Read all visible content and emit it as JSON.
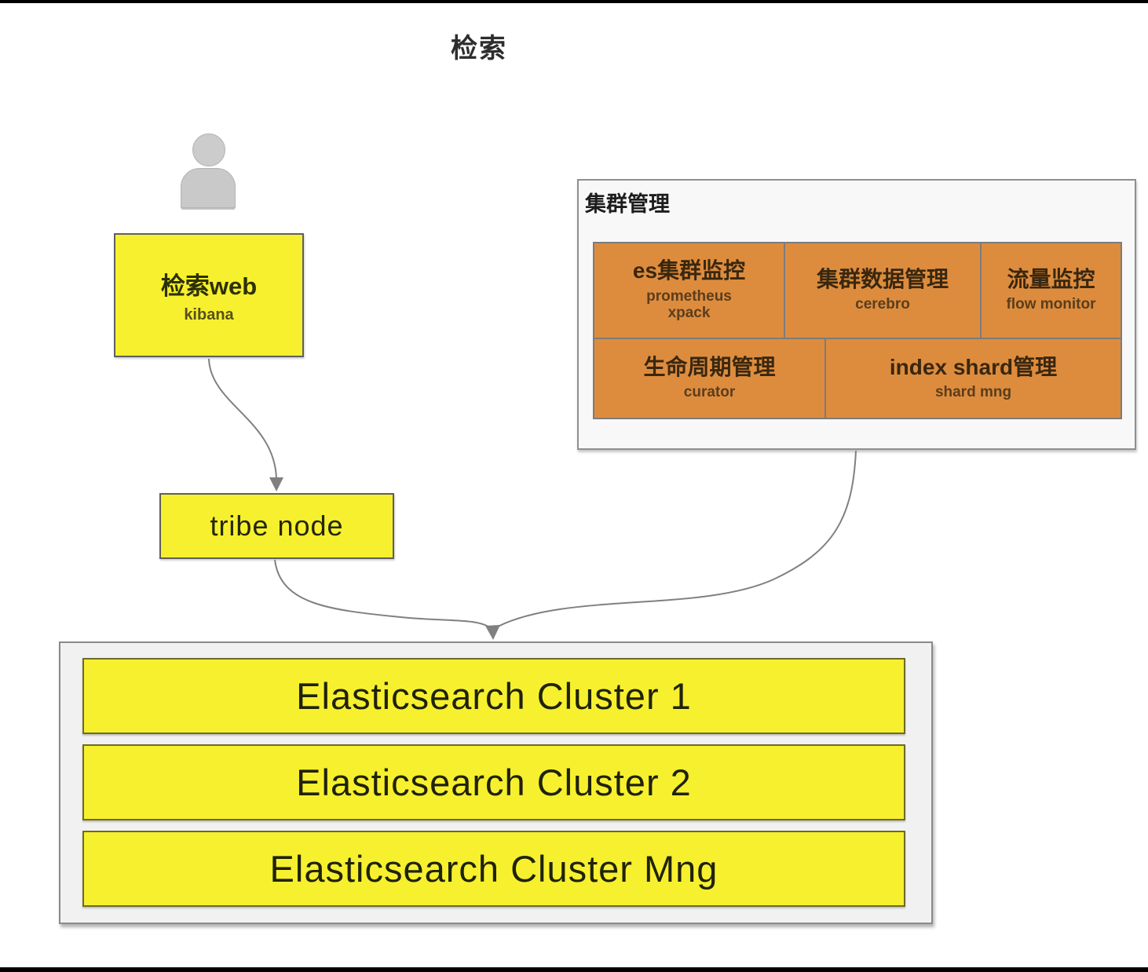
{
  "title": "检索",
  "nodes": {
    "user": {
      "icon": "person-icon"
    },
    "search_web": {
      "title": "检索web",
      "subtitle": "kibana"
    },
    "tribe_node": {
      "label": "tribe node"
    },
    "cluster_mgmt": {
      "label": "集群管理",
      "cells_row1": [
        {
          "title": "es集群监控",
          "subtitle": "prometheus\nxpack"
        },
        {
          "title": "集群数据管理",
          "subtitle": "cerebro"
        },
        {
          "title": "流量监控",
          "subtitle": "flow monitor"
        }
      ],
      "cells_row2": [
        {
          "title": "生命周期管理",
          "subtitle": "curator"
        },
        {
          "title": "index shard管理",
          "subtitle": "shard mng"
        }
      ]
    },
    "es_clusters": {
      "items": [
        "Elasticsearch Cluster 1",
        "Elasticsearch Cluster 2",
        "Elasticsearch Cluster Mng"
      ]
    }
  },
  "edges": [
    {
      "from": "search_web",
      "to": "tribe_node"
    },
    {
      "from": "tribe_node",
      "to": "es_clusters"
    },
    {
      "from": "cluster_mgmt",
      "to": "es_clusters"
    }
  ],
  "colors": {
    "node_yellow": "#f7f02e",
    "cell_orange": "#dd8c3e",
    "container_gray": "#f1f1f1",
    "arrow_gray": "#808080",
    "frame_black": "#000000"
  }
}
